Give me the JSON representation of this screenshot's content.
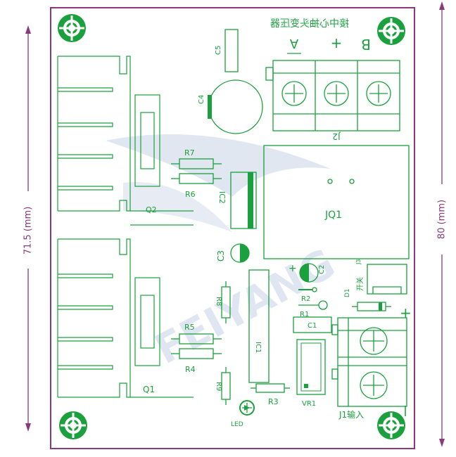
{
  "board": {
    "title_cn": "接中心抽头变压器",
    "dim_left": "71.5 (mm)",
    "dim_right": "80 (mm)",
    "watermark": "FEIYANG"
  },
  "labels": {
    "c5": "C5",
    "c4": "C4",
    "r7": "R7",
    "r6": "R6",
    "ic2": "IC2",
    "q2": "Q2",
    "c3": "C3",
    "r8": "R8",
    "r5": "R5",
    "r4": "R4",
    "q1": "Q1",
    "r9": "R9",
    "ic1": "IC1",
    "r3": "R3",
    "led": "LED",
    "jq1": "JQ1",
    "j2": "J2",
    "c2": "C2",
    "r2": "R2",
    "r1": "R1",
    "d1": "D1",
    "c1": "C1",
    "vr1": "VR1",
    "j3": "J3",
    "switch_cn": "开关",
    "j1": "J1输入",
    "term_a": "A",
    "term_plus": "+",
    "term_b": "B",
    "plus_c2": "+",
    "plus_j1": "+"
  },
  "colors": {
    "outline": "#8a3a7a",
    "green": "#1aa03c",
    "dim": "#8a3a7a",
    "watermark": "#c7d3e6"
  }
}
